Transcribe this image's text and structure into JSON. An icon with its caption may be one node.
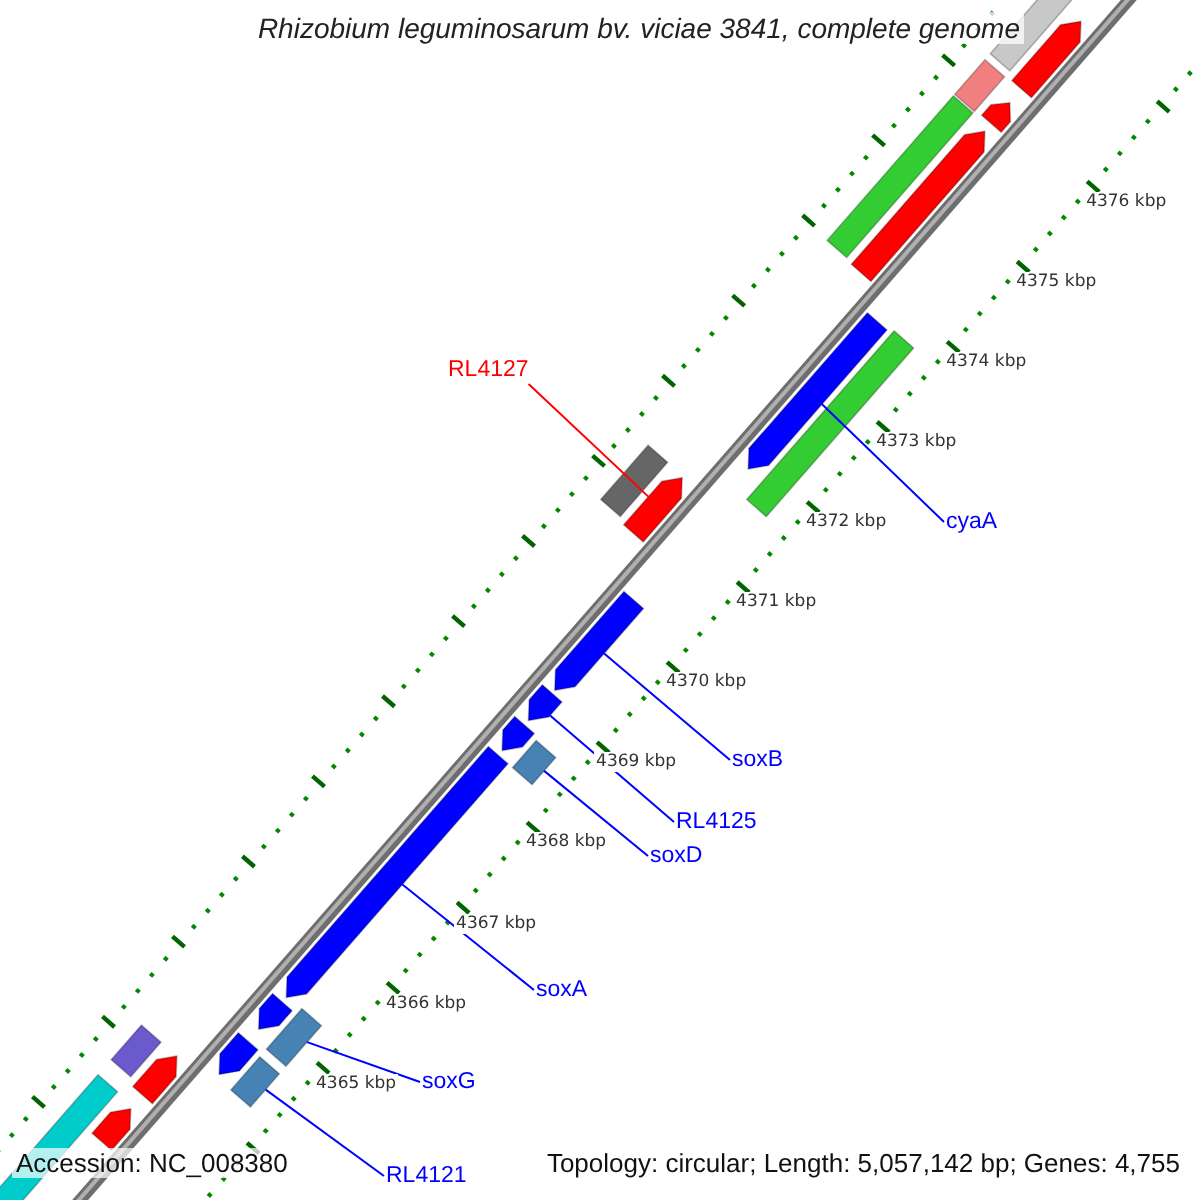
{
  "diagram": {
    "title": "Rhizobium leguminosarum bv. viciae 3841, complete genome",
    "nodes": [
      {
        "text": [
          "RL4127"
        ]
      },
      {
        "text": [],
        "shape": "arrow"
      },
      {
        "text": [
          "cyaA"
        ]
      },
      {
        "text": [],
        "shape": "arrow"
      },
      {
        "text": [
          "soxB"
        ]
      },
      {
        "text": [],
        "shape": "arrow"
      },
      {
        "text": [
          "RL4125"
        ]
      },
      {
        "text": [],
        "shape": "arrow"
      },
      {
        "text": [
          "soxD"
        ]
      },
      {
        "text": [],
        "shape": "box"
      },
      {
        "text": [
          "soxA"
        ]
      },
      {
        "text": [],
        "shape": "arrow"
      },
      {
        "text": [
          "soxG"
        ]
      },
      {
        "text": [],
        "shape": "box"
      },
      {
        "text": [
          "RL4121"
        ]
      },
      {
        "text": [],
        "shape": "box"
      },
      {
        "text": [],
        "shape": "box"
      },
      {
        "text": [],
        "shape": "arrow"
      },
      {
        "text": [],
        "shape": "box"
      },
      {
        "text": [],
        "shape": "arrow"
      },
      {
        "text": [],
        "shape": "box"
      },
      {
        "text": [],
        "shape": "arrow"
      },
      {
        "text": [],
        "shape": "box"
      },
      {
        "text": [],
        "shape": "box"
      },
      {
        "text": [],
        "shape": "arrow"
      },
      {
        "text": [],
        "shape": "arrow"
      },
      {
        "text": [],
        "shape": "arrow"
      },
      {
        "text": [],
        "shape": "box"
      },
      {
        "text": [],
        "shape": "arrow"
      },
      {
        "text": [],
        "shape": "box"
      },
      {
        "text": [],
        "shape": "arrow"
      }
    ],
    "edges": [
      {
        "from": 0,
        "to": 1,
        "arrow": "none",
        "color": "#ff0000"
      },
      {
        "from": 2,
        "to": 3,
        "arrow": "none"
      },
      {
        "from": 4,
        "to": 5,
        "arrow": "none"
      },
      {
        "from": 6,
        "to": 7,
        "arrow": "none"
      },
      {
        "from": 8,
        "to": 9,
        "arrow": "none"
      },
      {
        "from": 10,
        "to": 11,
        "arrow": "none"
      },
      {
        "from": 12,
        "to": 13,
        "arrow": "none"
      },
      {
        "from": 14,
        "to": 15,
        "arrow": "none"
      }
    ],
    "labels": [
      "4376 kbp",
      "4375 kbp",
      "4374 kbp",
      "4373 kbp",
      "4372 kbp",
      "4371 kbp",
      "4370 kbp",
      "4369 kbp",
      "4368 kbp",
      "4367 kbp",
      "4366 kbp",
      "4365 kbp",
      "Accession: NC_008380",
      "Topology: circular; Length: 5,057,142 bp; Genes: 4,755"
    ]
  }
}
